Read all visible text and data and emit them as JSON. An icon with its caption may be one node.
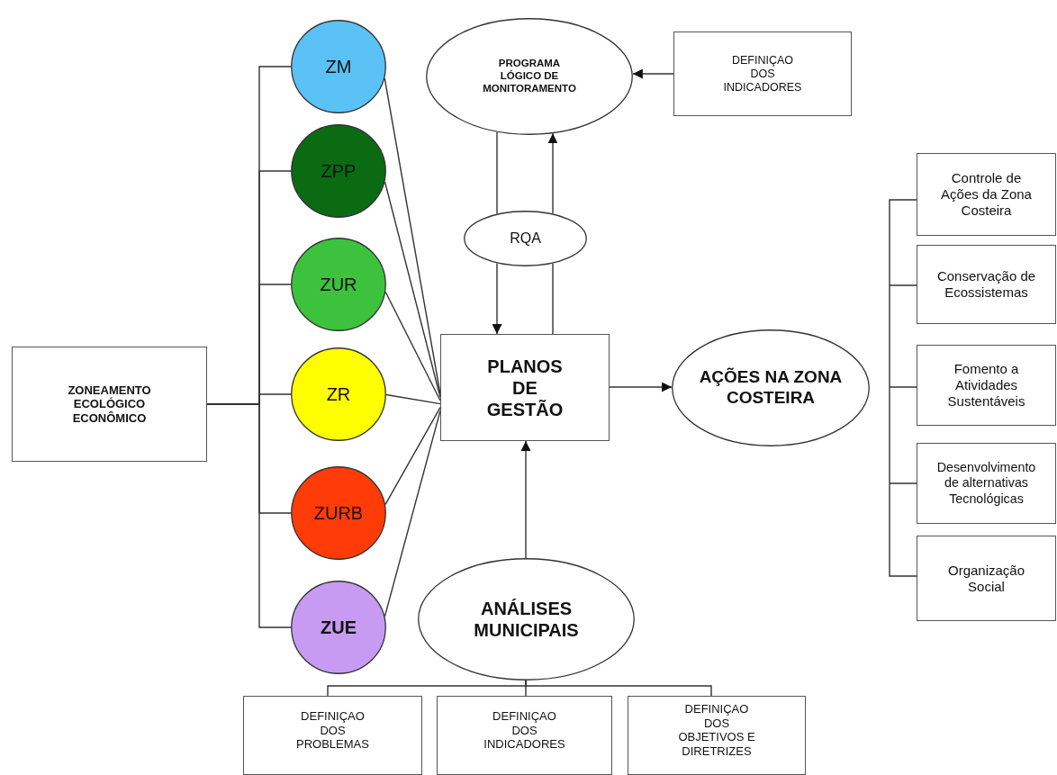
{
  "diagram": {
    "nodes": [
      {
        "text": [
          "ZONEAMENTO ECOLÓGICO ECONÔMICO"
        ]
      },
      {
        "text": [
          "ZM"
        ]
      },
      {
        "text": [
          "ZPP"
        ]
      },
      {
        "text": [
          "ZUR"
        ]
      },
      {
        "text": [
          "ZR"
        ]
      },
      {
        "text": [
          "ZURB"
        ]
      },
      {
        "text": [
          "ZUE"
        ]
      },
      {
        "text": [
          "PROGRAMA LÓGICO DE MONITORAMENTO"
        ]
      },
      {
        "text": [
          "DEFINIÇAO DOS INDICADORES"
        ]
      },
      {
        "text": [
          "RQA"
        ]
      },
      {
        "text": [
          "PLANOS DE GESTÃO"
        ]
      },
      {
        "text": [
          "AÇÕES NA ZONA COSTEIRA"
        ]
      },
      {
        "text": [
          "Controle de Ações da Zona Costeira"
        ]
      },
      {
        "text": [
          "Conservação de Ecossistemas"
        ]
      },
      {
        "text": [
          "Fomento a Atividades Sustentáveis"
        ]
      },
      {
        "text": [
          "Desenvolvimento de alternativas Tecnológicas"
        ]
      },
      {
        "text": [
          "Organização Social"
        ]
      },
      {
        "text": [
          "ANÁLISES MUNICIPAIS"
        ]
      },
      {
        "text": [
          "DEFINIÇAO DOS PROBLEMAS"
        ]
      },
      {
        "text": [
          "DEFINIÇAO DOS INDICADORES"
        ]
      },
      {
        "text": [
          "DEFINIÇAO DOS OBJETIVOS E DIRETRIZES"
        ]
      }
    ],
    "edges": [
      {
        "from": 0,
        "to": 1,
        "arrow": "none"
      },
      {
        "from": 0,
        "to": 2,
        "arrow": "none"
      },
      {
        "from": 0,
        "to": 3,
        "arrow": "none"
      },
      {
        "from": 0,
        "to": 4,
        "arrow": "none"
      },
      {
        "from": 0,
        "to": 5,
        "arrow": "none"
      },
      {
        "from": 0,
        "to": 6,
        "arrow": "none"
      },
      {
        "from": 1,
        "to": 10,
        "arrow": "none"
      },
      {
        "from": 2,
        "to": 10,
        "arrow": "none"
      },
      {
        "from": 3,
        "to": 10,
        "arrow": "none"
      },
      {
        "from": 4,
        "to": 10,
        "arrow": "none"
      },
      {
        "from": 5,
        "to": 10,
        "arrow": "none"
      },
      {
        "from": 6,
        "to": 10,
        "arrow": "none"
      },
      {
        "from": 8,
        "to": 7,
        "arrow": "to"
      },
      {
        "from": 7,
        "to": 9,
        "arrow": "none"
      },
      {
        "from": 9,
        "to": 10,
        "arrow": "to"
      },
      {
        "from": 10,
        "to": 9,
        "arrow": "none"
      },
      {
        "from": 9,
        "to": 7,
        "arrow": "to"
      },
      {
        "from": 10,
        "to": 11,
        "arrow": "to"
      },
      {
        "from": 17,
        "to": 10,
        "arrow": "to"
      },
      {
        "from": 17,
        "to": 18,
        "arrow": "none"
      },
      {
        "from": 17,
        "to": 19,
        "arrow": "none"
      },
      {
        "from": 17,
        "to": 20,
        "arrow": "none"
      }
    ]
  }
}
